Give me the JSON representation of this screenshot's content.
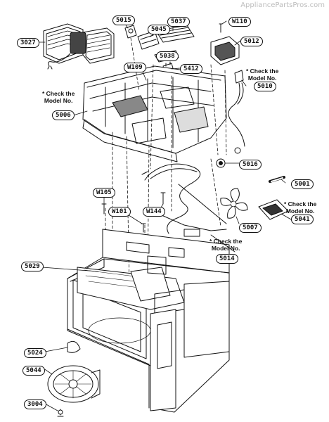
{
  "watermark": "AppliancePartsPros.com",
  "callouts": {
    "p3027": "3027",
    "p5015": "5015",
    "p5045": "5045",
    "p5037": "5037",
    "pW110": "W110",
    "p5012": "5012",
    "p5038": "5038",
    "pW109": "W109",
    "p5412": "5412",
    "p5010": "5010",
    "p5006": "5006",
    "p5016": "5016",
    "p5001": "5001",
    "p5041": "5041",
    "pW105": "W105",
    "pW144": "W144",
    "pW101": "W101",
    "p5007": "5007",
    "p5014": "5014",
    "p5029": "5029",
    "p5024": "5024",
    "p5044": "5044",
    "p3004": "3004"
  },
  "notes": {
    "check_line1": "* Check the",
    "check_line2": "Model No."
  }
}
